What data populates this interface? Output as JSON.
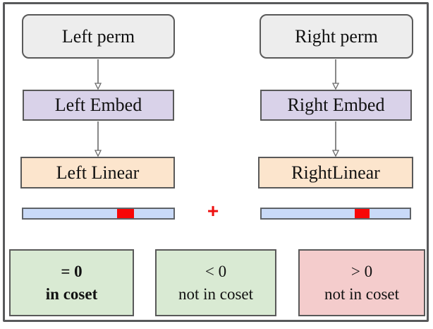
{
  "figure": {
    "operator_label": "+",
    "pipelines": [
      {
        "name": "left",
        "input_label": "Left perm",
        "embed_label": "Left Embed",
        "linear_label": "Left Linear"
      },
      {
        "name": "right",
        "input_label": "Right perm",
        "embed_label": "Right Embed",
        "linear_label": "RightLinear"
      }
    ],
    "outcomes": [
      {
        "condition": "= 0",
        "membership": "in coset",
        "emphasis": true,
        "bg_color": "#d9ead3"
      },
      {
        "condition": "< 0",
        "membership": "not in coset",
        "emphasis": false,
        "bg_color": "#d9ead3"
      },
      {
        "condition": "> 0",
        "membership": "not in coset",
        "emphasis": false,
        "bg_color": "#f4cccc"
      }
    ],
    "colors": {
      "input_box_fill": "#ededed",
      "embed_box_fill": "#d9d2e9",
      "linear_box_fill": "#fce5cd",
      "vector_fill": "#c9daf8",
      "vector_highlight": "#f80606",
      "plus_sign": "#ee1111",
      "outcome_green": "#d9ead3",
      "outcome_red": "#f4cccc",
      "border_gray": "#595959",
      "frame_gray": "#58595b"
    }
  }
}
